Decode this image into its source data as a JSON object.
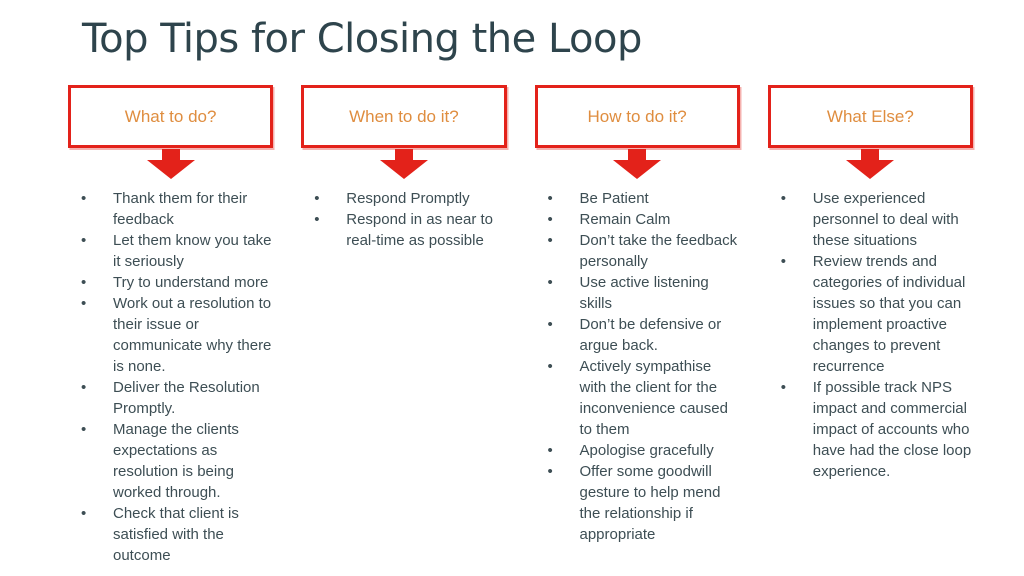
{
  "slide": {
    "title": "Top Tips for Closing the Loop",
    "colors": {
      "red": "#E3221A",
      "orange": "#DF8D3F",
      "title_text": "#2E444C",
      "body_text": "#3D4E54"
    },
    "columns": [
      {
        "header": "What to do?",
        "bullets": [
          "Thank them for their feedback",
          "Let them know you take it seriously",
          "Try to understand more",
          "Work out a resolution to their issue or communicate why there is none.",
          "Deliver the Resolution Promptly.",
          "Manage the clients expectations as resolution is being worked through.",
          "Check that client is satisfied with the outcome"
        ]
      },
      {
        "header": "When to do it?",
        "bullets": [
          "Respond Promptly",
          "Respond in as near to real-time as possible"
        ]
      },
      {
        "header": "How to do it?",
        "bullets": [
          "Be Patient",
          "Remain Calm",
          "Don’t take the feedback personally",
          "Use active listening skills",
          "Don’t be defensive or argue back.",
          "Actively sympathise with the client for the inconvenience caused to them",
          "Apologise gracefully",
          "Offer some goodwill gesture to help mend the relationship if appropriate"
        ]
      },
      {
        "header": "What Else?",
        "bullets": [
          "Use experienced personnel to deal with these situations",
          "Review trends and categories of individual issues so that you can implement proactive changes to prevent recurrence",
          "If possible track NPS impact and commercial impact of accounts who have had the close loop experience."
        ]
      }
    ]
  }
}
